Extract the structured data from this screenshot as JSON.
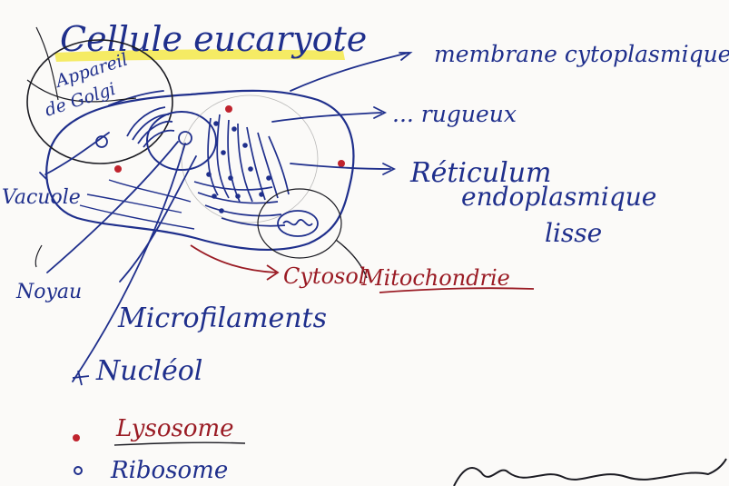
{
  "diagram": {
    "title": "Cellule eucaryote",
    "colors": {
      "ink": "#1f2f8c",
      "red_ink": "#9a1b24",
      "highlight": "#f3e84a",
      "pencil": "#1b1b22"
    },
    "labels": {
      "membrane": "membrane cytoplasmique",
      "rugueux": "... rugueux",
      "reticulum_line1": "Réticulum",
      "reticulum_line2": "endoplasmique",
      "reticulum_line3": "lisse",
      "golgi_line1": "Appareil",
      "golgi_line2": "de Golgi",
      "vacuole": "Vacuole",
      "noyau": "Noyau",
      "microfilaments": "Microfilaments",
      "cytosol": "Cytosol",
      "mitochondrie": "Mitochondrie",
      "nucleol": "Nucléol",
      "lysosome": "Lysosome",
      "ribosome": "Ribosome"
    }
  }
}
